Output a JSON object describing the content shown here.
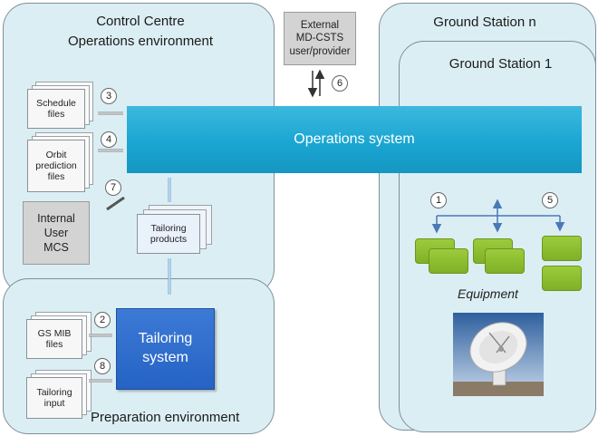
{
  "control_centre": {
    "title_line1": "Control Centre",
    "title_line2": "Operations environment"
  },
  "preparation": {
    "title": "Preparation environment"
  },
  "ground_stations": {
    "back_title": "Ground Station n",
    "front_title": "Ground Station 1"
  },
  "external_user": {
    "line1": "External",
    "line2": "MD-CSTS",
    "line3": "user/provider"
  },
  "operations_system": {
    "label": "Operations system"
  },
  "schedule_files": {
    "line1": "Schedule",
    "line2": "files"
  },
  "orbit_files": {
    "line1": "Orbit",
    "line2": "prediction",
    "line3": "files"
  },
  "internal_user": {
    "line1": "Internal",
    "line2": "User",
    "line3": "MCS"
  },
  "tailoring_products": {
    "line1": "Tailoring",
    "line2": "products"
  },
  "gs_mib_files": {
    "line1": "GS MIB",
    "line2": "files"
  },
  "tailoring_input": {
    "line1": "Tailoring",
    "line2": "input"
  },
  "tailoring_system": {
    "line1": "Tailoring",
    "line2": "system"
  },
  "equipment": {
    "label": "Equipment"
  },
  "interfaces": {
    "n1": "1",
    "n2": "2",
    "n3": "3",
    "n4": "4",
    "n5": "5",
    "n6": "6",
    "n7": "7",
    "n8": "8"
  },
  "colors": {
    "panel_fill": "#dbeef3",
    "operations_system": "#1aa6d2",
    "tailoring_system": "#2563c4",
    "equipment": "#8bbd2e"
  },
  "icons": {
    "antenna": "satellite-dish-photo",
    "documents": "stacked-document-icon"
  }
}
